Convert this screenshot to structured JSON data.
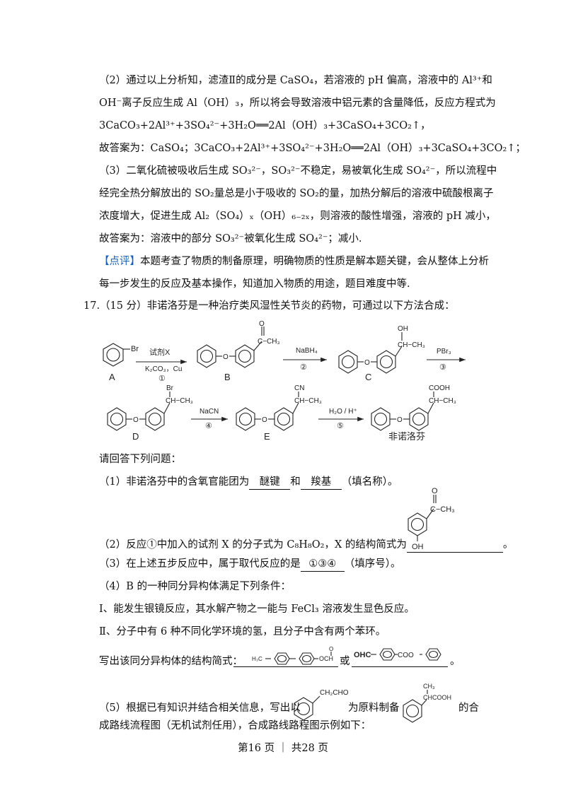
{
  "part2": {
    "line1": "（2）通过以上分析知，滤渣Ⅱ的成分是 CaSO₄，若溶液的 pH 偏高，溶液中的 Al³⁺和",
    "line2": "OH⁻离子反应生成 Al（OH）₃，所以将会导致溶液中铝元素的含量降低，反应方程式为",
    "line3": "3CaCO₃+2Al³⁺+3SO₄²⁻+3H₂O══2Al（OH）₃+3CaSO₄+3CO₂↑，",
    "line4": "故答案为：CaSO₄；3CaCO₃+2Al³⁺+3SO₄²⁻+3H₂O══2Al（OH）₃+3CaSO₄+3CO₂↑；"
  },
  "part3": {
    "line1": "（3）二氧化硫被吸收后生成 SO₃²⁻，SO₃²⁻不稳定，易被氧化生成 SO₄²⁻，所以流程中",
    "line2": "经完全热分解放出的 SO₂量总是小于吸收的 SO₂的量，加热分解后的溶液中硫酸根离子",
    "line3": "浓度增大，促进生成 Al₂（SO₄）ₓ（OH）₆₋₂ₓ，则溶液的酸性增强，溶液的 pH 减小，",
    "line4": "故答案为：溶液中的部分 SO₃²⁻被氧化生成 SO₄²⁻；减小."
  },
  "comment": {
    "tag": "【点评】",
    "line1": "本题考查了物质的制备原理，明确物质的性质是解本题关键，会从整体上分析",
    "line2": "每一步发生的反应及基本操作，知道加入物质的用途，题目难度中等."
  },
  "q17": {
    "stem": "17.（15 分）非诺洛芬是一种治疗类风湿性关节炎的药物，可通过以下方法合成：",
    "scheme": {
      "A": "A",
      "B": "B",
      "C": "C",
      "D": "D",
      "E": "E",
      "product": "非诺洛芬",
      "br": "Br",
      "o": "O",
      "ch3": "CH₃",
      "chch3": "CH−CH₃",
      "oh": "OH",
      "cn": "CN",
      "cooh": "COOH",
      "ketone": "C−CH₃",
      "r1_top": "试剂X",
      "r1_bot": "K₂CO₃，Cu",
      "r1_num": "①",
      "r2_top": "NaBH₄",
      "r2_num": "②",
      "r3_top": "PBr₃",
      "r3_num": "③",
      "r4_top": "NaCN",
      "r4_num": "④",
      "r5_top": "H₂O / H⁺",
      "r5_num": "⑤"
    },
    "prompt": "请回答下列问题：",
    "q1_a": "（1）非诺洛芬中的含氧官能团为",
    "q1_ans1": "醚键",
    "q1_and": "和",
    "q1_ans2": "羧基",
    "q1_b": "（填名称）。",
    "q2_a": "（2）反应①中加入的试剂 X 的分子式为 C₈H₈O₂，X 的结构简式为",
    "q2_b": "。",
    "q3_a": "（3）在上述五步反应中，属于取代反应的是",
    "q3_ans": "①③④",
    "q3_b": "（填序号）。",
    "q4": "（4）B 的一种同分异构体满足下列条件：",
    "cond1": "Ⅰ、能发生银镜反应，其水解产物之一能与 FeCl₃ 溶液发生显色反应。",
    "cond2": "Ⅱ、分子中有 6 种不同化学环境的氢，且分子中含有两个苯环。",
    "q4_write": "写出该同分异构体的结构简式：",
    "q4_or": "或",
    "q4_end": "。",
    "iso1_left": "H₃C",
    "iso1_right": "OCH",
    "iso1_o": "O",
    "iso2_left": "OHC",
    "iso2_mid": "COO",
    "q5_a": "（5）根据已有知识并结合相关信息，写出以",
    "q5_b": "为原料制备",
    "q5_c": "的合",
    "q5_line2": "成路线流程图（无机试剂任用），合成路线路程图示例如下：",
    "start_group": "CH₂CHO",
    "target_ch3": "CH₃",
    "target_group": "CHCOOH"
  },
  "footer": "第16 页 ｜ 共28 页"
}
